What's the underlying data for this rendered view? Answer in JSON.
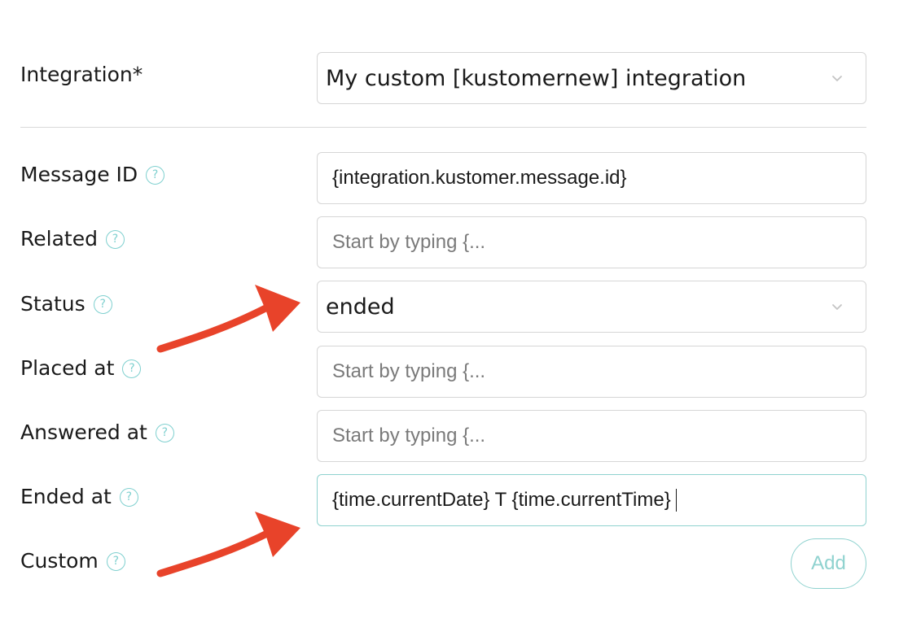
{
  "form": {
    "integration": {
      "label": "Integration*",
      "value": "My custom [kustomernew] integration"
    },
    "message_id": {
      "label": "Message ID",
      "value": "{integration.kustomer.message.id}"
    },
    "related": {
      "label": "Related",
      "placeholder": "Start by typing {..."
    },
    "status": {
      "label": "Status",
      "value": "ended"
    },
    "placed_at": {
      "label": "Placed at",
      "placeholder": "Start by typing {..."
    },
    "answered_at": {
      "label": "Answered at",
      "placeholder": "Start by typing {..."
    },
    "ended_at": {
      "label": "Ended at",
      "value": "{time.currentDate} T {time.currentTime}"
    },
    "custom": {
      "label": "Custom",
      "add_label": "Add"
    }
  },
  "icons": {
    "help": "question-circle-icon",
    "chevron": "chevron-down-icon",
    "annotation": "red-arrow-annotation"
  },
  "colors": {
    "accent": "#8fd2cf",
    "arrow": "#e8432a",
    "text": "#1a1a1a",
    "placeholder": "#7a7a7a",
    "border": "#d6d6d6"
  }
}
